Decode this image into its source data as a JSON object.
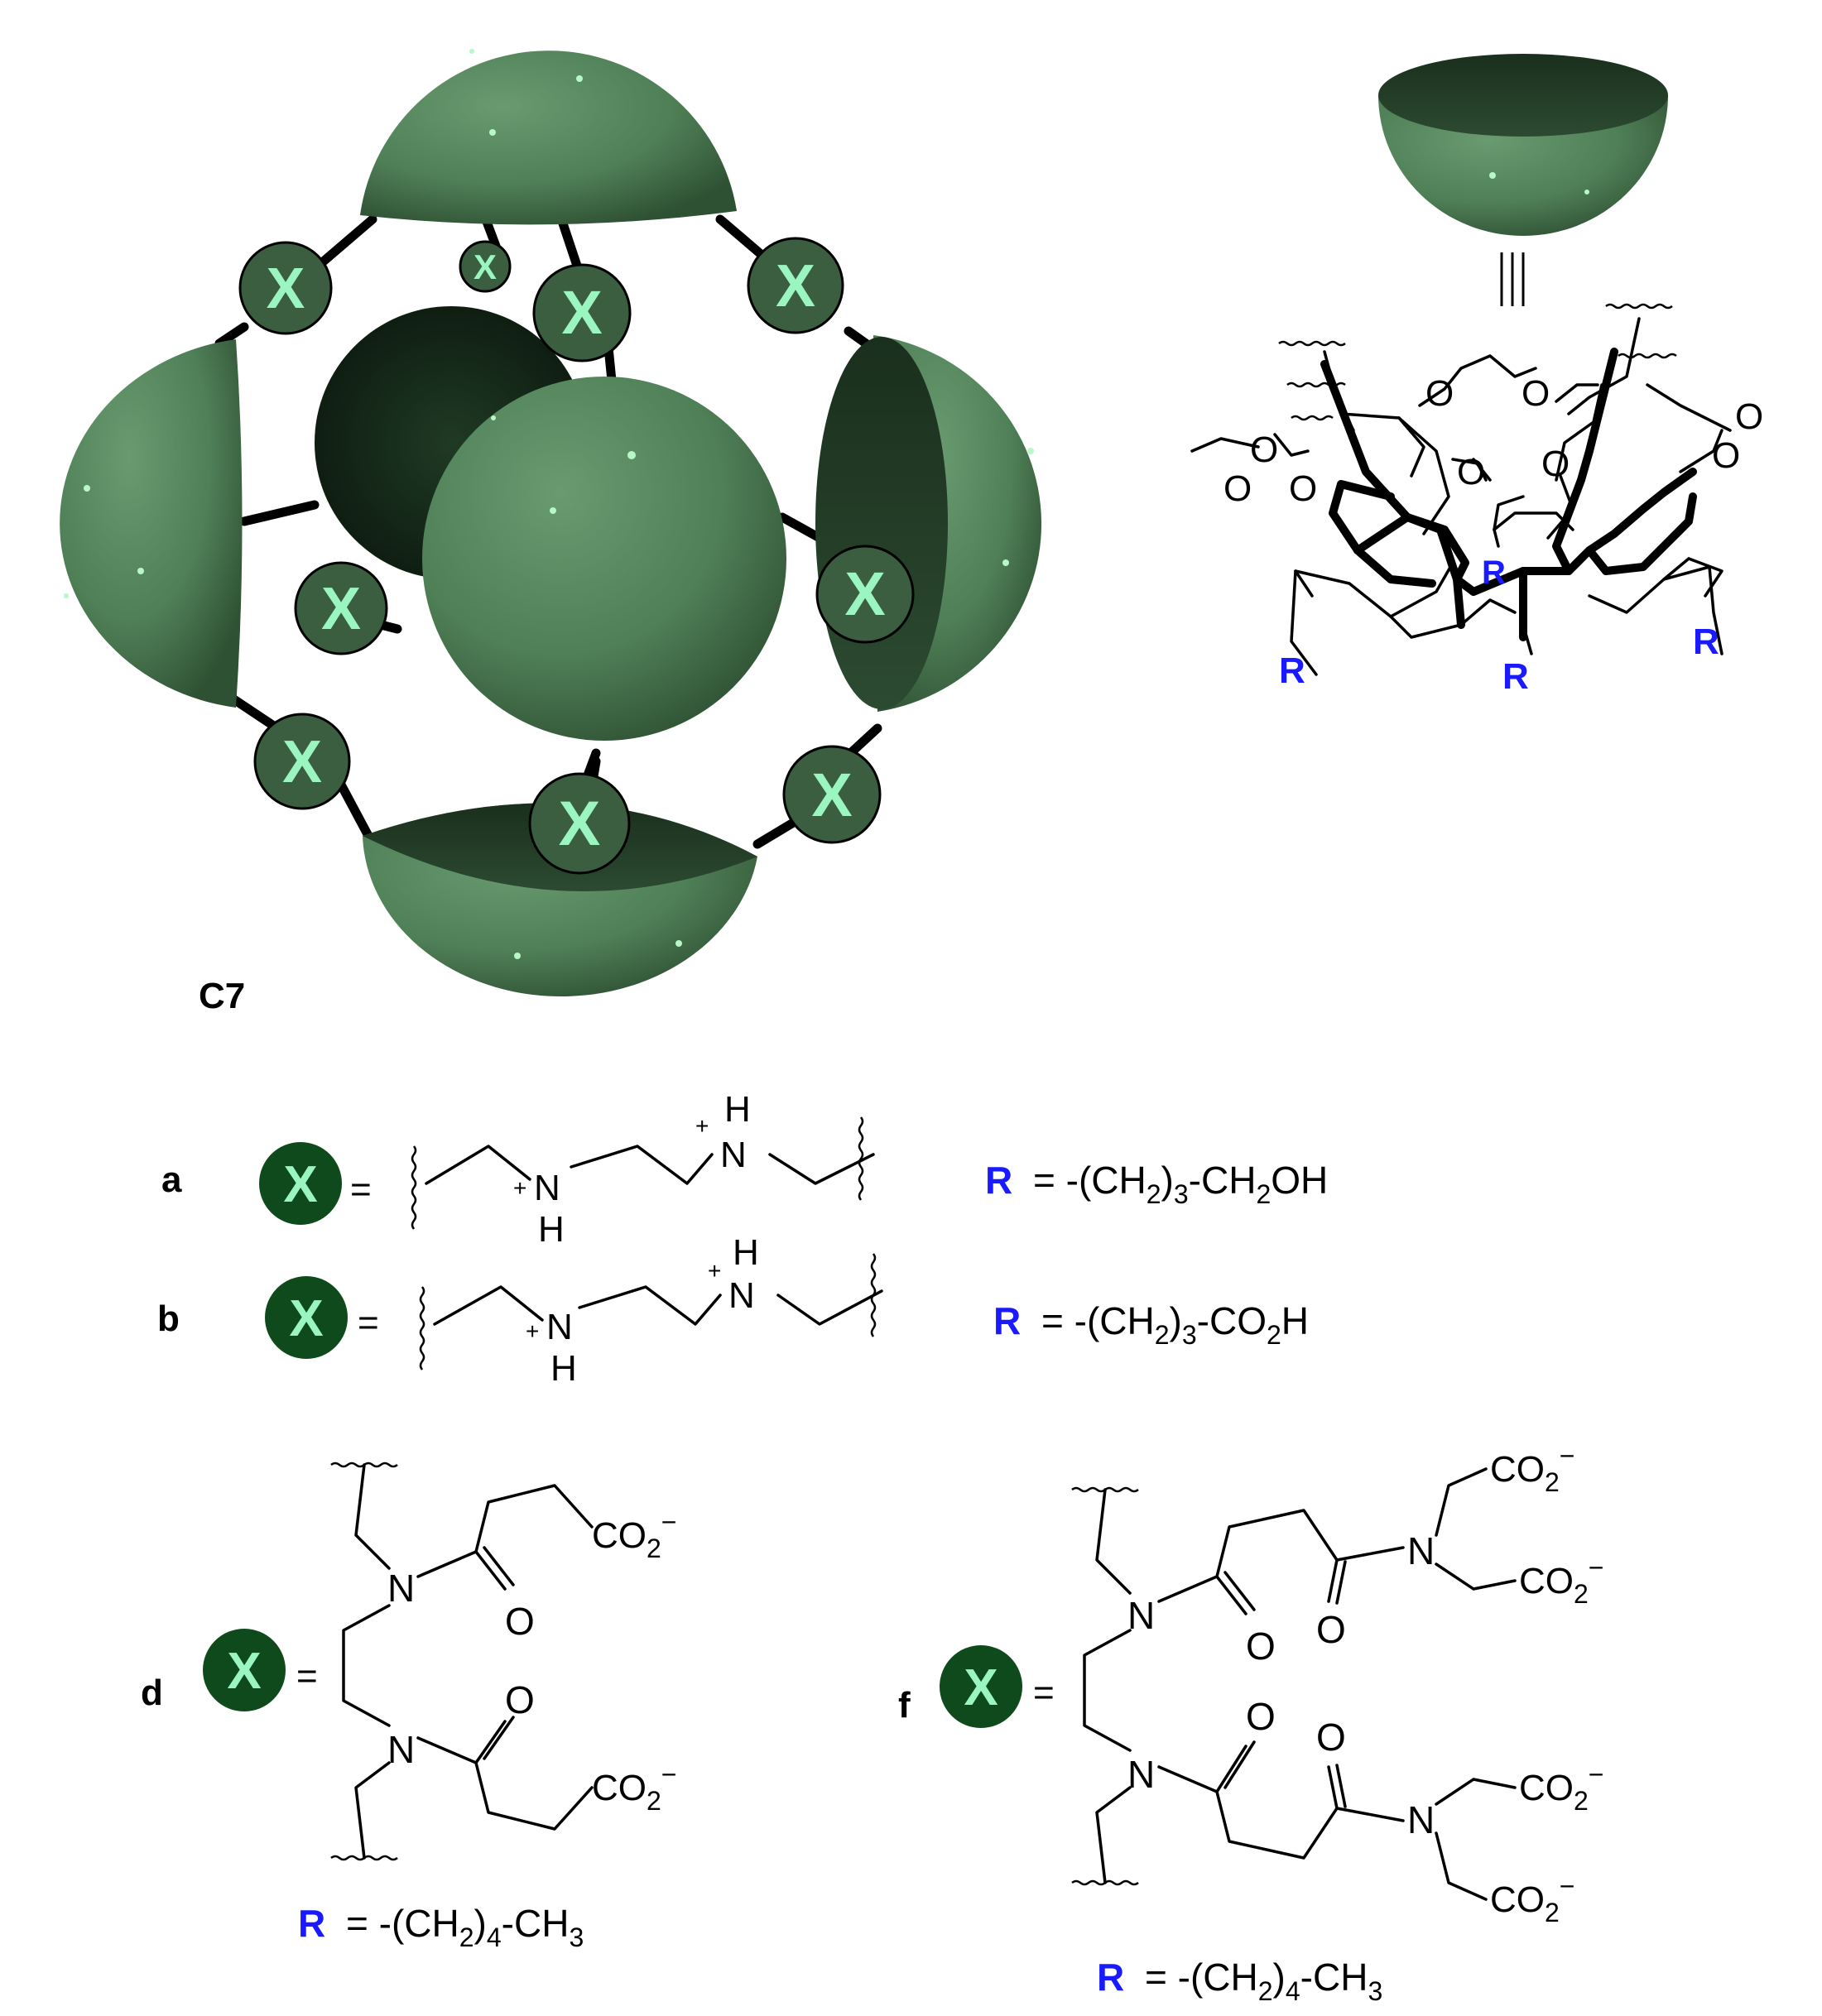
{
  "cage": {
    "label": "C7",
    "node_symbol": "X"
  },
  "rows": {
    "a": {
      "letter": "a",
      "node": "X",
      "equals": "=",
      "R_symbol": "R",
      "R_formula": "= -(CH2)3-CH2OH",
      "pre": "= -(CH",
      "sub1": "2",
      "mid": ")",
      "sub2": "3",
      "post": "-CH",
      "sub3": "2",
      "end": "OH"
    },
    "b": {
      "letter": "b",
      "node": "X",
      "equals": "=",
      "R_symbol": "R",
      "pre": "= -(CH",
      "sub1": "2",
      "mid": ")",
      "sub2": "3",
      "post": "-CO",
      "sub3": "2",
      "end": "H"
    },
    "d": {
      "letter": "d",
      "node": "X",
      "equals": "=",
      "R_symbol": "R",
      "pre": "= -(CH",
      "sub1": "2",
      "mid": ")",
      "sub2": "4",
      "post": "-CH",
      "sub3": "3"
    },
    "f": {
      "letter": "f",
      "node": "X",
      "equals": "=",
      "R_symbol": "R",
      "pre": "= -(CH",
      "sub1": "2",
      "mid": ")",
      "sub2": "4",
      "post": "-CH",
      "sub3": "3"
    }
  },
  "atoms": {
    "N": "N",
    "H": "H",
    "O": "O",
    "plus": "+",
    "minus": "−",
    "CO": "CO",
    "two": "2",
    "R": "R"
  },
  "colors": {
    "sphere": "#4f7f56",
    "sphere_dark": "#1f3a24",
    "node_fill": "#3a5e3f",
    "node_text": "#9af5c0",
    "legend_node": "#0f4a1c",
    "R_blue": "#1a1aff"
  }
}
